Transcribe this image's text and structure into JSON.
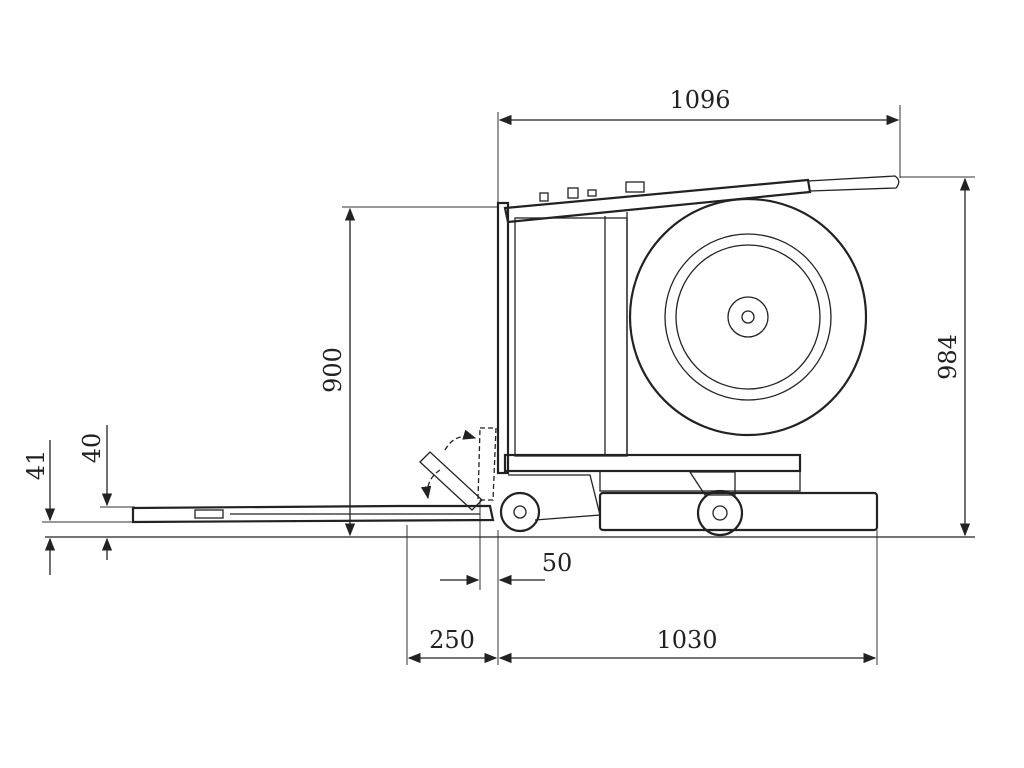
{
  "drawing": {
    "dimensions": {
      "overall_length_top": "1096",
      "overall_height": "984",
      "frame_height": "900",
      "ramp_height_41": "41",
      "ramp_height_40": "40",
      "offset_50": "50",
      "ramp_overhang": "250",
      "base_length": "1030"
    }
  }
}
